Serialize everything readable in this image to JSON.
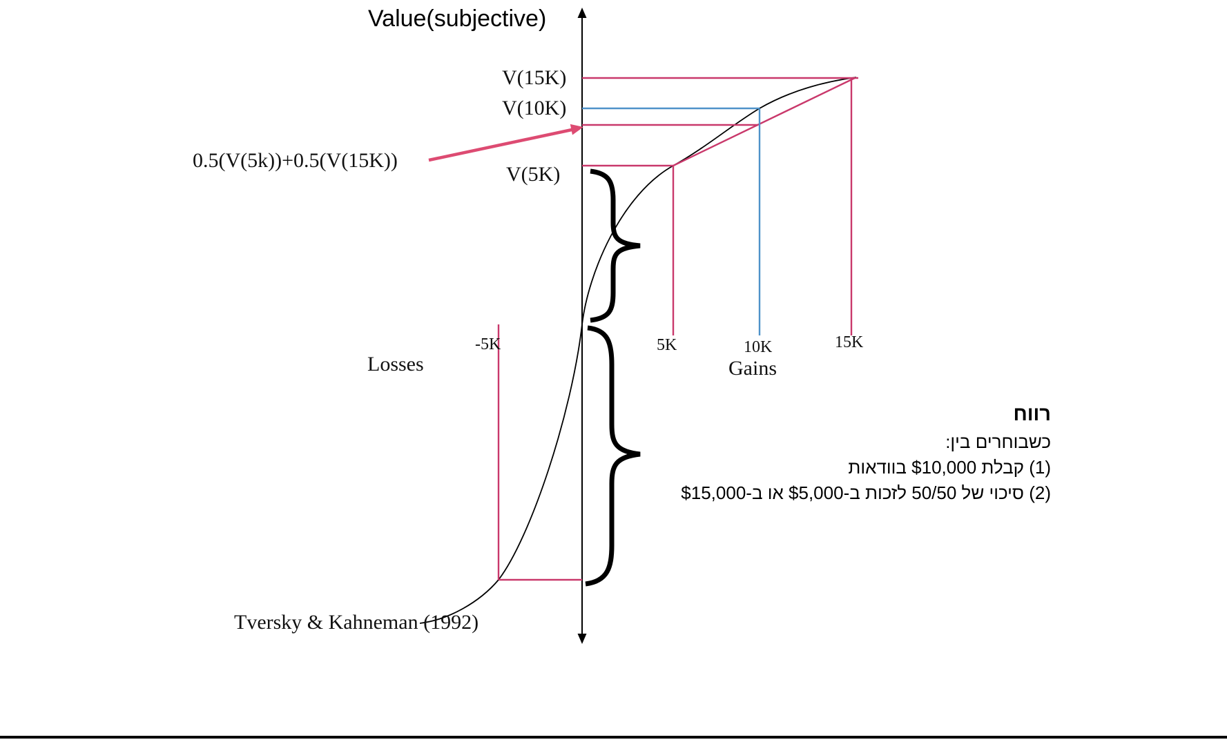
{
  "diagram": {
    "title": "Value(subjective)",
    "y_labels": {
      "v15k": "V(15K)",
      "v10k": "V(10K)",
      "v5k": "V(5K)"
    },
    "expected_value_label": "0.5(V(5k))+0.5(V(15K))",
    "x_ticks": {
      "neg5k": "-5K",
      "pos5k": "5K",
      "pos10k": "10K",
      "pos15k": "15K"
    },
    "axis_labels": {
      "losses": "Losses",
      "gains": "Gains"
    },
    "citation": "Tversky & Kahneman (1992)",
    "colors": {
      "highlight_pink": "#c9386b",
      "highlight_blue": "#4e92c9",
      "arrow_pink": "#dd4b72",
      "curve_black": "#000000"
    },
    "curve_points": [
      {
        "x": "-5K",
        "value": "V(-5K)"
      },
      {
        "x": "0",
        "value": "0"
      },
      {
        "x": "5K",
        "value": "V(5K)"
      },
      {
        "x": "10K",
        "value": "V(10K)"
      },
      {
        "x": "15K",
        "value": "V(15K)"
      }
    ]
  },
  "note_rtl": {
    "title": "רווח",
    "intro": "כשבוחרים בין:",
    "option1": "(1) קבלת $10,000 בוודאות",
    "option2": "(2) סיכוי של 50/50 לזכות ב-$5,000 או ב-$15,000"
  }
}
